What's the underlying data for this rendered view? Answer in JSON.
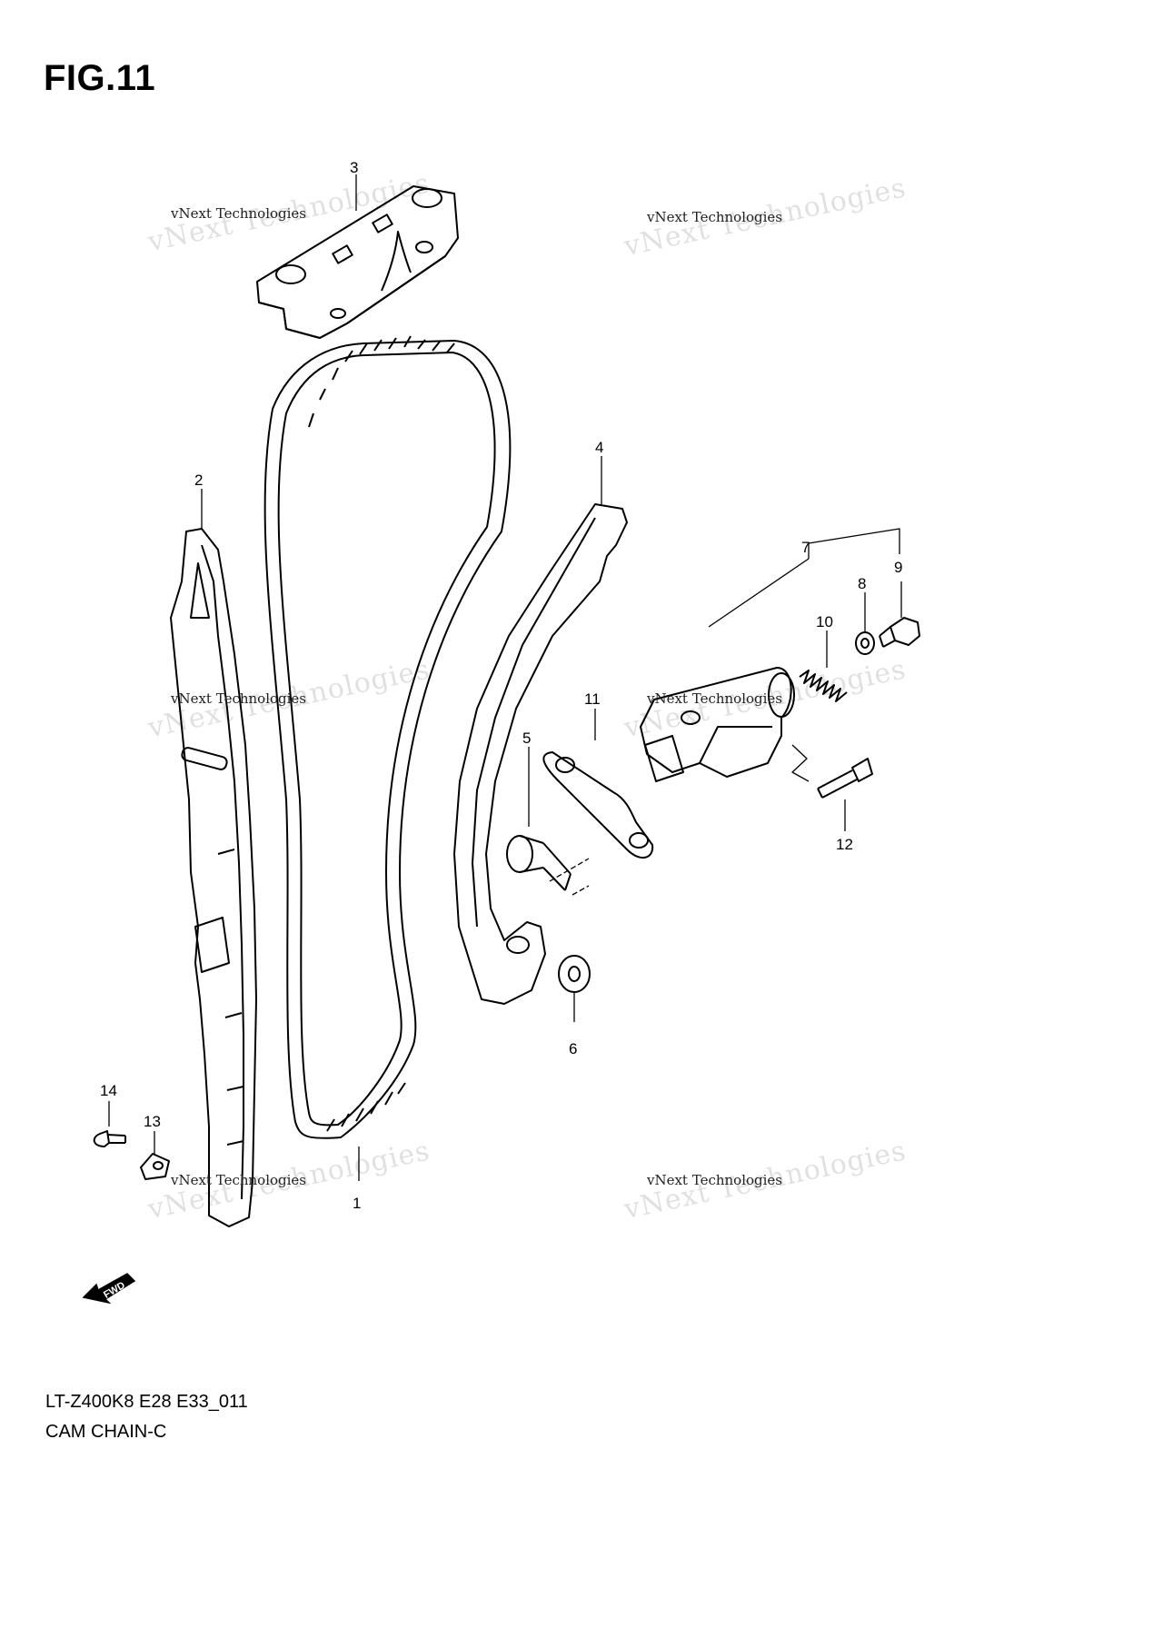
{
  "figure": {
    "title": "FIG.11"
  },
  "callouts": [
    "1",
    "2",
    "3",
    "4",
    "5",
    "6",
    "7",
    "8",
    "9",
    "10",
    "11",
    "12",
    "13",
    "14"
  ],
  "watermark": {
    "small": "vNext Technologies",
    "big_line1": "vNext",
    "big_line2": "Technologies"
  },
  "direction_arrow": {
    "label": "FWD"
  },
  "footer": {
    "model_code": "LT-Z400K8 E28 E33_011",
    "group_name": "CAM CHAIN-C"
  }
}
